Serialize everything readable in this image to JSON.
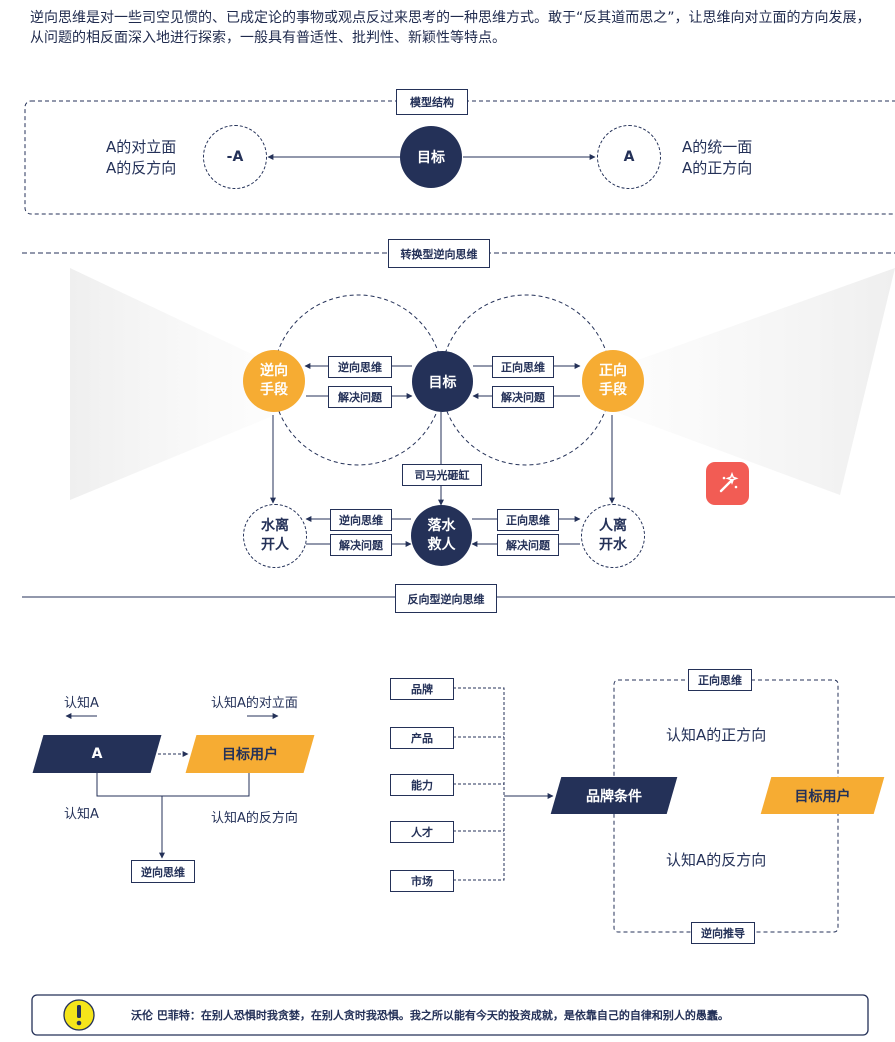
{
  "intro": "逆向思维是对一些司空见惯的、已成定论的事物或观点反过来思考的一种思维方式。敢于“反其道而思之”，让思维向对立面的方向发展，从问题的相反面深入地进行探索，一般具有普适性、批判性、新颖性等特点。",
  "model": {
    "title": "模型结构",
    "center": "目标",
    "left_node": "-A",
    "right_node": "A",
    "left_text": [
      "A的对立面",
      "A的反方向"
    ],
    "right_text": [
      "A的统一面",
      "A的正方向"
    ]
  },
  "transform": {
    "title": "转换型逆向思维",
    "left_node": [
      "逆向",
      "手段"
    ],
    "right_node": [
      "正向",
      "手段"
    ],
    "center": "目标",
    "top_left_boxes": [
      "逆向思维",
      "解决问题"
    ],
    "top_right_boxes": [
      "正向思维",
      "解决问题"
    ],
    "bridge_label": "司马光砸缸",
    "bottom_center": [
      "落水",
      "救人"
    ],
    "bottom_left": [
      "水离",
      "开人"
    ],
    "bottom_right": [
      "人离",
      "开水"
    ],
    "bottom_left_boxes": [
      "逆向思维",
      "解决问题"
    ],
    "bottom_right_boxes": [
      "正向思维",
      "解决问题"
    ]
  },
  "reverse": {
    "title": "反向型逆向思维",
    "top_left_label": "认知A",
    "top_right_label": "认知A的对立面",
    "node_a": "A",
    "node_target": "目标用户",
    "bottom_left_label": "认知A",
    "bottom_right_label": "认知A的反方向",
    "bottom_box": "逆向思维",
    "brand_inputs": [
      "品牌",
      "产品",
      "能力",
      "人才",
      "市场"
    ],
    "brand_node": "品牌条件",
    "forward_tag": "正向思维",
    "backward_tag": "逆向推导",
    "positive_text": "认知A的正方向",
    "negative_text": "认知A的反方向",
    "target_user": "目标用户"
  },
  "quote": "沃伦 巴菲特：在别人恐惧时我贪婪，在别人贪时我恐惧。我之所以能有今天的投资成就，是依靠自己的自律和别人的愚蠢。",
  "colors": {
    "navy": "#243158",
    "orange": "#f6ac33",
    "warning": "#f5e51a",
    "ai_button": "#f25c54"
  }
}
